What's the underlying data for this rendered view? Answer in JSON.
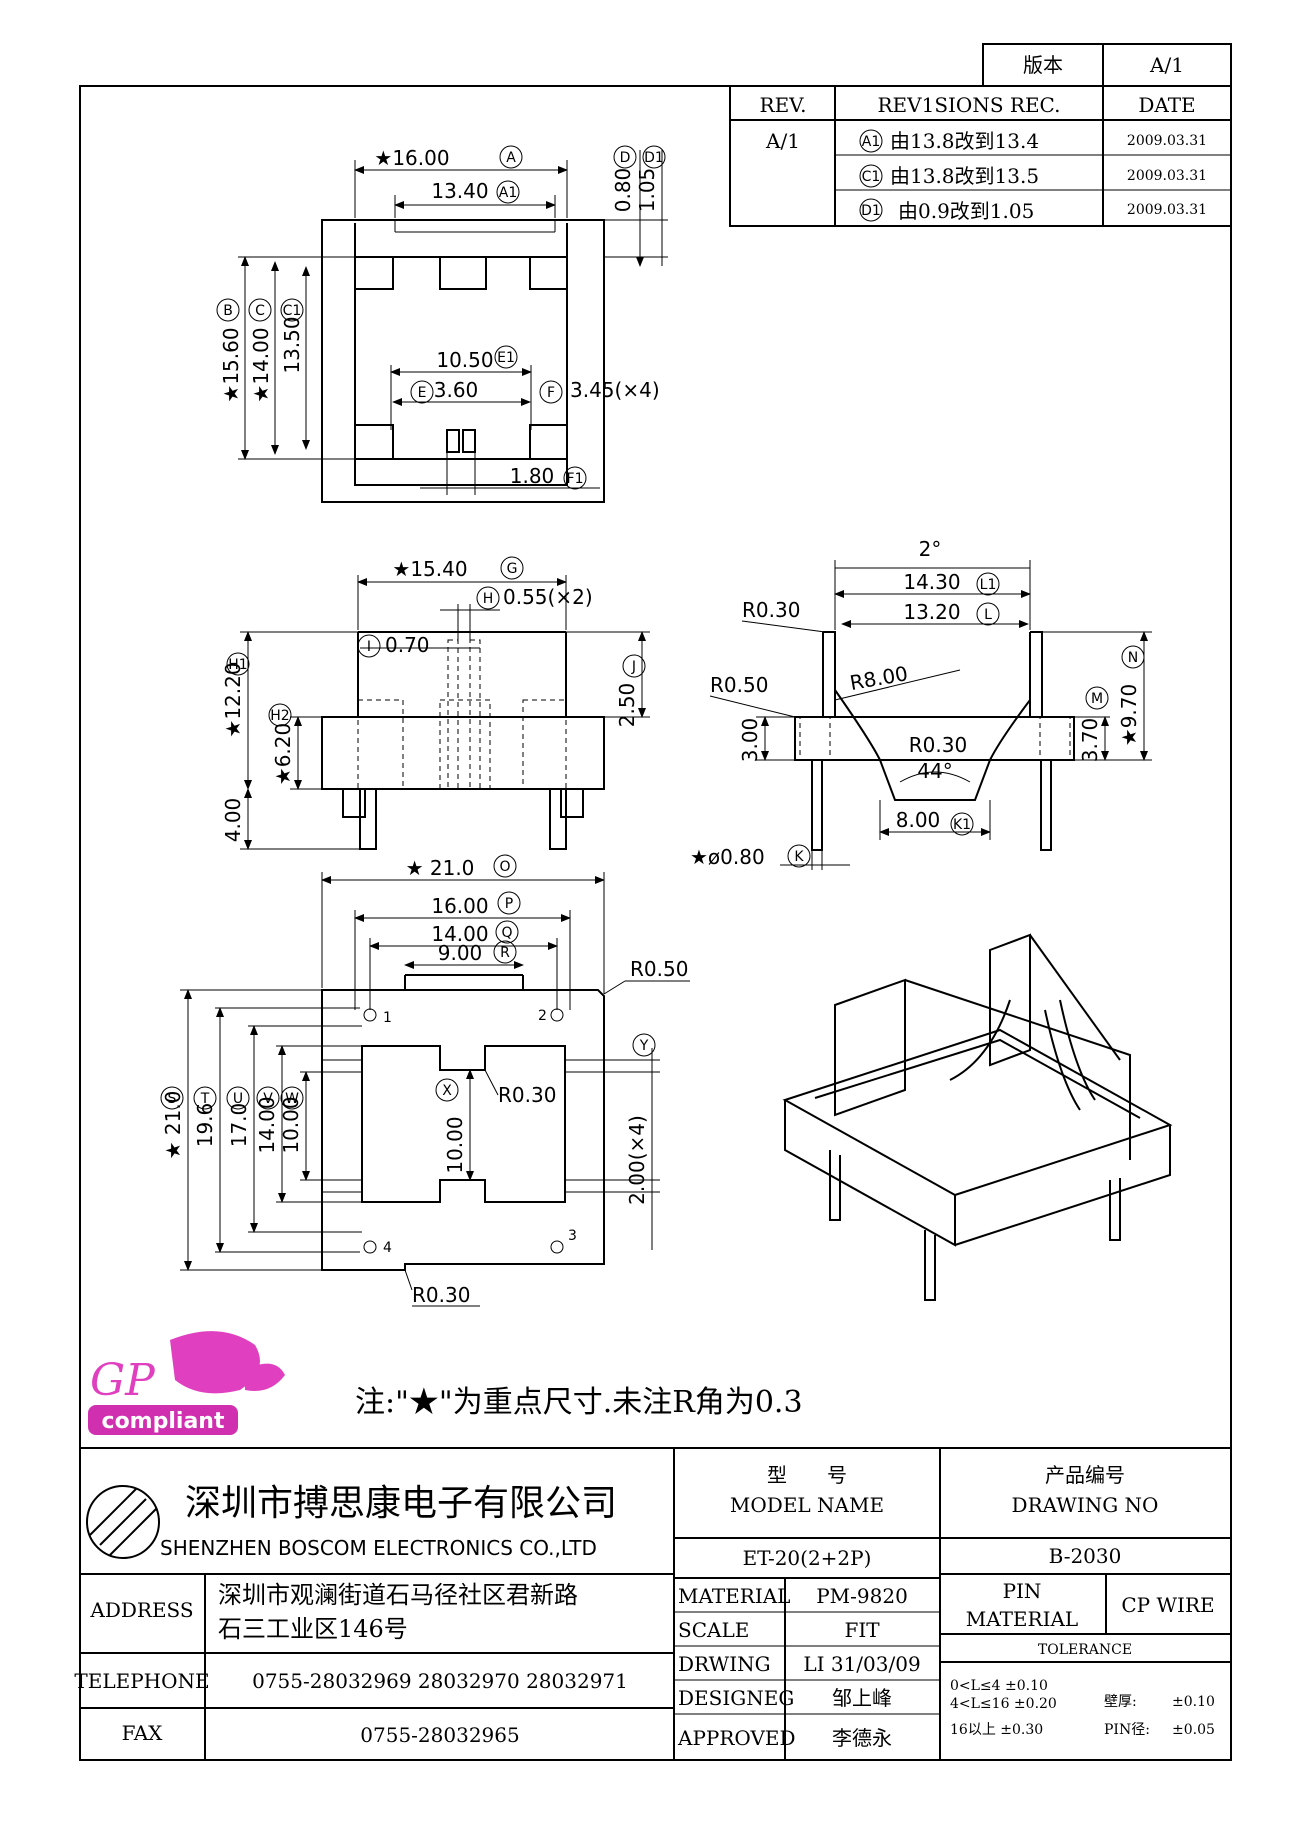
{
  "version_box": {
    "label": "版本",
    "value": "A/1"
  },
  "revisions": {
    "headers": [
      "REV.",
      "REV1SIONS REC.",
      "DATE"
    ],
    "rev": "A/1",
    "rows": [
      {
        "tag": "A1",
        "text": "由13.8改到13.4",
        "date": "2009.03.31"
      },
      {
        "tag": "C1",
        "text": "由13.8改到13.5",
        "date": "2009.03.31"
      },
      {
        "tag": "D1",
        "text": "由0.9改到1.05",
        "date": "2009.03.31"
      }
    ]
  },
  "dims": {
    "top": {
      "w16": "★16.00",
      "w16_tag": "A",
      "w134": "13.40",
      "w134_tag": "A1",
      "d080": "0.80",
      "d105": "1.05",
      "d_tag": "D",
      "d1_tag": "D1",
      "h156": "★15.60",
      "h140": "★14.00",
      "h135": "13.50",
      "b_tag": "B",
      "c_tag": "C",
      "c1_tag": "C1",
      "w105": "10.50",
      "e1_tag": "E1",
      "w36": "3.60",
      "e_tag": "E",
      "w345": "3.45(×4)",
      "f_tag": "F",
      "w18": "1.80",
      "f1_tag": "F1"
    },
    "front": {
      "w154": "★15.40",
      "g_tag": "G",
      "h055": "0.55(×2)",
      "h_tag": "H",
      "i07": "0.70",
      "i_tag": "I",
      "h122": "★12.20",
      "h1_tag": "H1",
      "h62": "★6.20",
      "h2_tag": "H2",
      "h40": "4.00",
      "j25": "2.50",
      "j_tag": "J"
    },
    "side": {
      "a2": "2°",
      "w143": "14.30",
      "l1_tag": "L1",
      "w132": "13.20",
      "l_tag": "L",
      "r030a": "R0.30",
      "r050": "R0.50",
      "r8": "R8.00",
      "r030b": "R0.30",
      "a44": "44°",
      "w8": "8.00",
      "k1_tag": "K1",
      "pin": "★ø0.80",
      "k_tag": "K",
      "h30": "3.00",
      "h37": "3.70",
      "m_tag": "M",
      "h97": "★9.70",
      "n_tag": "N"
    },
    "bottom": {
      "w21": "★ 21.0",
      "o_tag": "O",
      "w16": "16.00",
      "p_tag": "P",
      "w14": "14.00",
      "q_tag": "Q",
      "w9": "9.00",
      "r_tag": "R",
      "r050": "R0.50",
      "r030a": "R0.30",
      "r030b": "R0.30",
      "h21": "★ 21.0",
      "s_tag": "S",
      "h196": "19.6",
      "t_tag": "T",
      "h17": "17.0",
      "u_tag": "U",
      "h14": "14.00",
      "v_tag": "V",
      "h10": "10.00",
      "w_tag": "W",
      "x10": "10.00",
      "x_tag": "X",
      "y2": "2.00(×4)",
      "y_tag": "Y",
      "pin1": "1",
      "pin2": "2",
      "pin3": "3",
      "pin4": "4"
    }
  },
  "gp_logo": {
    "text": "GP",
    "sub": "compliant"
  },
  "note": "注:\"★\"为重点尺寸.未注R角为0.3",
  "title_block": {
    "company_cn": "深圳市搏思康电子有限公司",
    "company_en": "SHENZHEN BOSCOM ELECTRONICS CO.,LTD",
    "model_cn": "型　　号",
    "model_en": "MODEL NAME",
    "model_value": "ET-20(2+2P)",
    "drawing_cn": "产品编号",
    "drawing_en": "DRAWING NO",
    "drawing_value": "B-2030",
    "address_label": "ADDRESS",
    "address_line1": "深圳市观澜街道石马径社区君新路",
    "address_line2": "石三工业区146号",
    "telephone_label": "TELEPHONE",
    "telephone_value": "0755-28032969 28032970 28032971",
    "fax_label": "FAX",
    "fax_value": "0755-28032965",
    "material_label": "MATERIAL",
    "material_value": "PM-9820",
    "scale_label": "SCALE",
    "scale_value": "FIT",
    "drawing_label": "DRWING",
    "drawing_by": "LI 31/03/09",
    "designer_label": "DESIGNEG",
    "designer_value": "邹上峰",
    "approved_label": "APPROVED",
    "approved_value": "李德永",
    "pin_label1": "PIN",
    "pin_label2": "MATERIAL",
    "pin_value": "CP WIRE",
    "tolerance_label": "TOLERANCE",
    "tol1": "0<L≤4  ±0.10",
    "tol2": "4<L≤16 ±0.20",
    "tol3": "16以上    ±0.30",
    "wall_label": "壁厚:",
    "wall_value": "±0.10",
    "pind_label": "PIN径:",
    "pind_value": "±0.05"
  }
}
